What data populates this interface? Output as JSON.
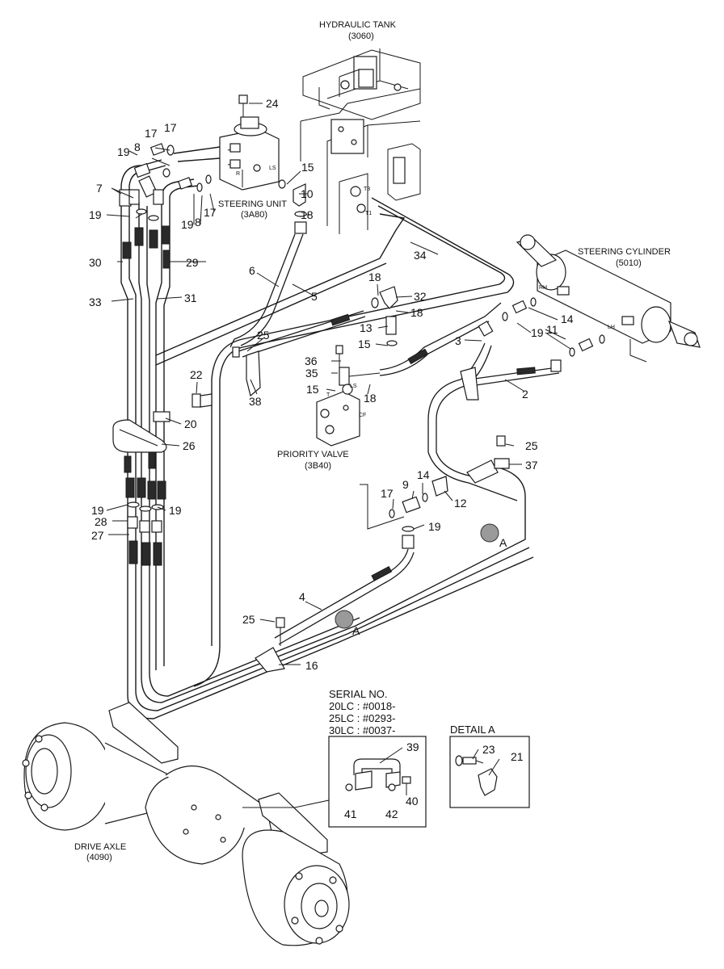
{
  "labels": {
    "hydraulic_tank": "HYDRAULIC TANK",
    "hydraulic_tank_code": "(3060)",
    "steering_unit": "STEERING UNIT",
    "steering_unit_code": "(3A80)",
    "steering_cylinder": "STEERING CYLINDER",
    "steering_cylinder_code": "(5010)",
    "priority_valve": "PRIORITY VALVE",
    "priority_valve_code": "(3B40)",
    "drive_axle": "DRIVE AXLE",
    "drive_axle_code": "(4090)",
    "detail_a": "DETAIL A",
    "detail_marker": "A",
    "port_ls": "LS",
    "port_r": "R",
    "port_t3": "T3",
    "port_t1": "T1",
    "port_rh": "RH",
    "port_lh": "LH",
    "port_t": "T",
    "port_cf": "CF"
  },
  "serial": {
    "title": "SERIAL NO.",
    "lines": [
      "20LC : #0018-",
      "25LC : #0293-",
      "30LC : #0037-"
    ]
  },
  "callouts": {
    "c24": "24",
    "c17a": "17",
    "c17b": "17",
    "c8a": "8",
    "c19a": "19",
    "c15a": "15",
    "c10": "10",
    "c7": "7",
    "c19b": "19",
    "c19c": "19",
    "c8b": "8",
    "c17c": "17",
    "c18a": "18",
    "c30": "30",
    "c29": "29",
    "c6": "6",
    "c34": "34",
    "c33": "33",
    "c31": "31",
    "c5": "5",
    "c18b": "18",
    "c32": "32",
    "c18c": "18",
    "c13": "13",
    "c15b": "15",
    "c25a": "25",
    "c36": "36",
    "c35": "35",
    "c15c": "15",
    "c18d": "18",
    "c22": "22",
    "c38": "38",
    "c20": "20",
    "c26": "26",
    "c14a": "14",
    "c11": "11",
    "c19d": "19",
    "c3": "3",
    "c2": "2",
    "c25b": "25",
    "c37": "37",
    "c19e": "19",
    "c19f": "19",
    "c28": "28",
    "c27": "27",
    "c14b": "14",
    "c9": "9",
    "c17d": "17",
    "c12": "12",
    "c19g": "19",
    "c4": "4",
    "c25c": "25",
    "c16": "16",
    "c39": "39",
    "c41": "41",
    "c42": "42",
    "c40": "40",
    "c23": "23",
    "c21": "21"
  }
}
